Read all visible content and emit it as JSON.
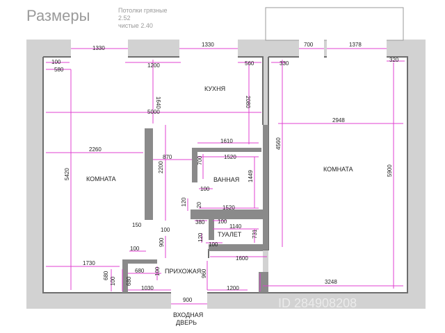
{
  "header": {
    "title": "Размеры",
    "ceiling_dirty": "Потолки грязные",
    "ceiling_dirty_val": "2.52",
    "ceiling_clean": "чистые 2.40"
  },
  "rooms": {
    "kitchen": "КУХНЯ",
    "room_left": "КОМНАТА",
    "room_right": "КОМНАТА",
    "bathroom": "ВАННАЯ",
    "toilet": "ТУАЛЕТ",
    "hall": "ПРИХОЖАЯ",
    "entrance_line1": "ВХОДНАЯ",
    "entrance_line2": "ДВЕРЬ"
  },
  "dims": {
    "d1330a": "1330",
    "d1330b": "1330",
    "d700": "700",
    "d1378": "1378",
    "d100a": "100",
    "d580": "580",
    "d1200a": "1200",
    "d560": "560",
    "d330": "330",
    "d320": "320",
    "d1640": "1640",
    "d5000": "5000",
    "d2080": "2080",
    "d2948": "2948",
    "d2260": "2260",
    "d1610": "1610",
    "d870": "870",
    "d1520a": "1520",
    "d700b": "700",
    "d4560": "4560",
    "d5420": "5420",
    "d2200": "2200",
    "d1449": "1449",
    "d5900": "5900",
    "d100b": "100",
    "d120a": "120",
    "d20": "20",
    "d1520b": "1520",
    "d380": "380",
    "d100c": "100",
    "d150": "150",
    "d100d": "100",
    "d1140": "1140",
    "d731": "731",
    "d900a": "900",
    "d120b": "120",
    "d100e": "100",
    "d1600": "1600",
    "d1730": "1730",
    "d680a": "680",
    "d680b": "680",
    "d680c": "680",
    "d100f": "100",
    "d100g": "100",
    "d960": "960",
    "d1030": "1030",
    "d1200b": "1200",
    "d100h": "100",
    "d3248": "3248",
    "d900b": "900"
  },
  "watermark": {
    "text": "ID 284908208"
  },
  "colors": {
    "wall": "#8c8c8c",
    "outer": "#d4d4d4",
    "dim": "#e040d0",
    "text": "#222222",
    "title": "#9a9a9a"
  }
}
